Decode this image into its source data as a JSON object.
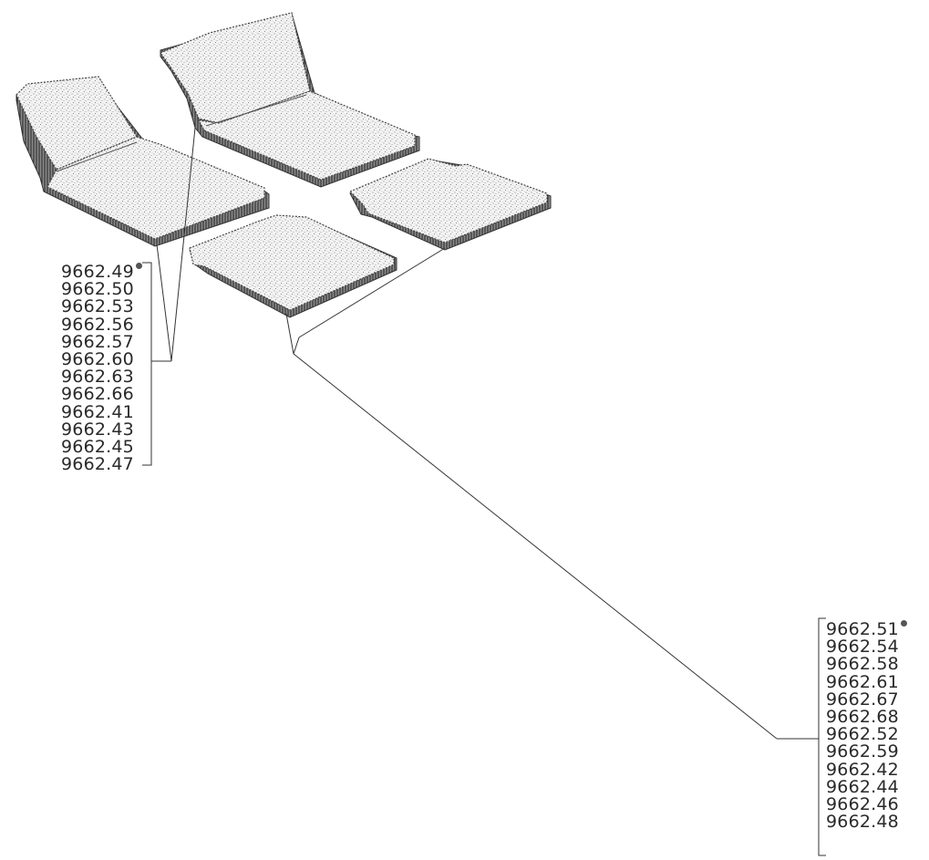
{
  "figure": {
    "part_groups": [
      {
        "id": "rear-seat-cushions",
        "parts": [
          "9662.49",
          "9662.50",
          "9662.53",
          "9662.56",
          "9662.57",
          "9662.60",
          "9662.63",
          "9662.66",
          "9662.41",
          "9662.43",
          "9662.45",
          "9662.47"
        ],
        "marked_part": "9662.49"
      },
      {
        "id": "floor-pads",
        "parts": [
          "9662.51",
          "9662.54",
          "9662.58",
          "9662.61",
          "9662.67",
          "9662.68",
          "9662.52",
          "9662.59",
          "9662.42",
          "9662.44",
          "9662.46",
          "9662.48"
        ],
        "marked_part": "9662.51"
      }
    ],
    "colors": {
      "ink": "#2a2a2a",
      "pad_fill": "#f2f2f2",
      "pad_edge": "#333333",
      "stipple": "#6a6a6a"
    }
  }
}
